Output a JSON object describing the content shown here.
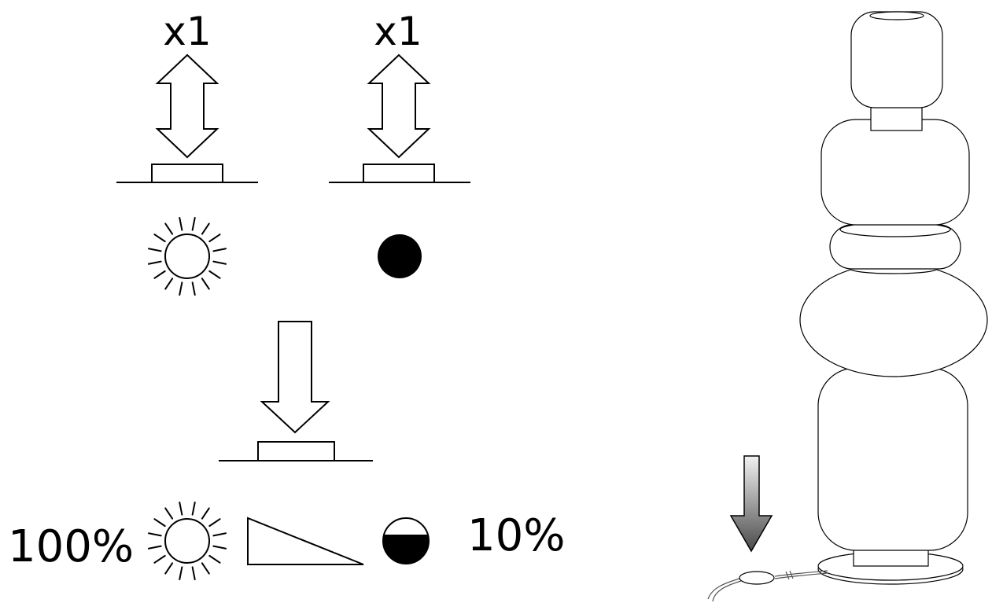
{
  "instructions": {
    "press_on": {
      "count_label": "x1",
      "state_icon": "sun-icon"
    },
    "press_off": {
      "count_label": "x1",
      "state_icon": "filled-circle-icon"
    },
    "hold_dim": {
      "max_label": "100%",
      "min_label": "10%",
      "icons": [
        "sun-icon",
        "ramp-triangle-icon",
        "half-filled-circle-icon"
      ]
    }
  },
  "illustration": {
    "subject": "stacked-globe-floor-lamp",
    "pointer": "gradient-down-arrow-icon",
    "accent_gradient": [
      "#f2f2f2",
      "#4a4a4a"
    ]
  }
}
